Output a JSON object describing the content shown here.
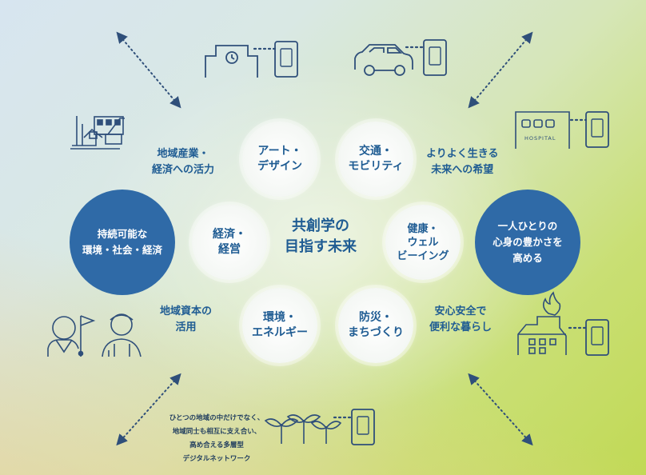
{
  "center": {
    "title": "共創学の\n目指す未来"
  },
  "outer_circles": [
    {
      "id": "left",
      "label": "持続可能な\n環境・社会・経済"
    },
    {
      "id": "right",
      "label": "一人ひとりの\n心身の豊かさを\n高める"
    }
  ],
  "inner_circles": [
    {
      "id": "art",
      "label": "アート・\nデザイン"
    },
    {
      "id": "transport",
      "label": "交通・\nモビリティ"
    },
    {
      "id": "economy",
      "label": "経済・\n経営"
    },
    {
      "id": "health",
      "label": "健康・\nウェル\nビーイング"
    },
    {
      "id": "environment",
      "label": "環境・\nエネルギー"
    },
    {
      "id": "disaster",
      "label": "防災・\nまちづくり"
    }
  ],
  "side_texts": [
    {
      "id": "regional-industry",
      "text": "地域産業・\n経済への活力"
    },
    {
      "id": "better-future",
      "text": "よりよく生きる\n未来への希望"
    },
    {
      "id": "regional-capital",
      "text": "地域資本の\n活用"
    },
    {
      "id": "safety",
      "text": "安心安全で\n便利な暮らし"
    }
  ],
  "footnote": "ひとつの地域の中だけでなく、\n地域同士も相互に支え合い、\n高め合える多層型\nデジタルネットワーク",
  "hospital_sign": "HOSPITAL",
  "icons": [
    "clock-building-icon",
    "car-icon",
    "apartment-icon",
    "hospital-icon",
    "people-flag-icon",
    "house-flame-icon",
    "sprouts-icon",
    "smartphone-icon",
    "arrow-icon"
  ],
  "colors": {
    "primary": "#2f6aa7",
    "text": "#1f5c93",
    "line": "#2f4f7a"
  }
}
